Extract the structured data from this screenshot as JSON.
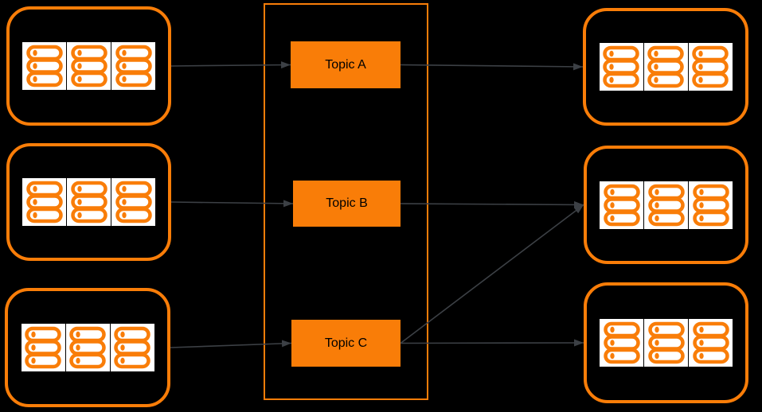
{
  "colors": {
    "background": "#000000",
    "orange": "#F97D08",
    "arrow": "#3C4045",
    "tile_background": "#FFFFFF",
    "topic_text": "#000000"
  },
  "topics": [
    {
      "id": "topic-a",
      "label": "Topic A"
    },
    {
      "id": "topic-b",
      "label": "Topic B"
    },
    {
      "id": "topic-c",
      "label": "Topic C"
    }
  ],
  "producer_groups": [
    {
      "id": "producer-group-1",
      "servers": 3
    },
    {
      "id": "producer-group-2",
      "servers": 3
    },
    {
      "id": "producer-group-3",
      "servers": 3
    }
  ],
  "consumer_groups": [
    {
      "id": "consumer-group-1",
      "servers": 3
    },
    {
      "id": "consumer-group-2",
      "servers": 3
    },
    {
      "id": "consumer-group-3",
      "servers": 3
    }
  ],
  "connections": [
    {
      "from": "producer-group-1",
      "to": "topic-a"
    },
    {
      "from": "producer-group-2",
      "to": "topic-b"
    },
    {
      "from": "producer-group-3",
      "to": "topic-c"
    },
    {
      "from": "topic-a",
      "to": "consumer-group-1"
    },
    {
      "from": "topic-b",
      "to": "consumer-group-2"
    },
    {
      "from": "topic-c",
      "to": "consumer-group-2"
    },
    {
      "from": "topic-c",
      "to": "consumer-group-3"
    }
  ]
}
